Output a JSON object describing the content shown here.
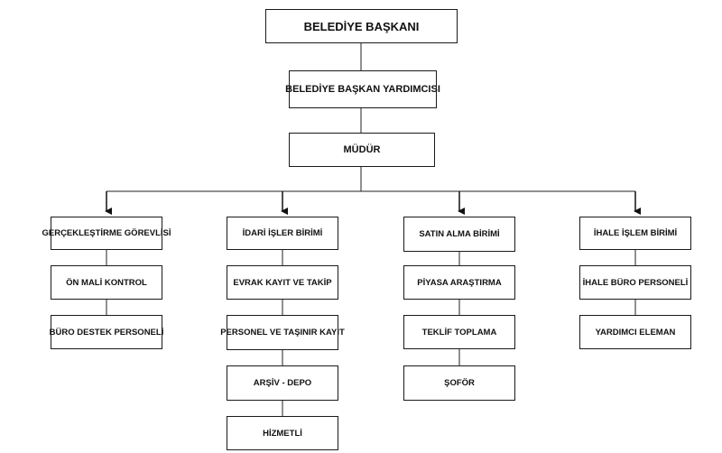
{
  "top": {
    "baskan": "BELEDİYE BAŞKANI",
    "yardimci": "BELEDİYE BAŞKAN YARDIMCISI",
    "mudur": "MÜDÜR"
  },
  "columns": [
    {
      "items": [
        "GERÇEKLEŞTİRME GÖREVLİSİ",
        "ÖN MALİ KONTROL",
        "BÜRO DESTEK PERSONELİ"
      ]
    },
    {
      "items": [
        "İDARİ İŞLER BİRİMİ",
        "EVRAK KAYIT VE TAKİP",
        "PERSONEL VE TAŞINIR KAYIT",
        "ARŞİV - DEPO",
        "HİZMETLİ"
      ]
    },
    {
      "items": [
        "SATIN ALMA BİRİMİ",
        "PİYASA ARAŞTIRMA",
        "TEKLİF TOPLAMA",
        "ŞOFÖR"
      ]
    },
    {
      "items": [
        "İHALE İŞLEM BİRİMİ",
        "İHALE BÜRO PERSONELİ",
        "YARDIMCI ELEMAN"
      ]
    }
  ]
}
